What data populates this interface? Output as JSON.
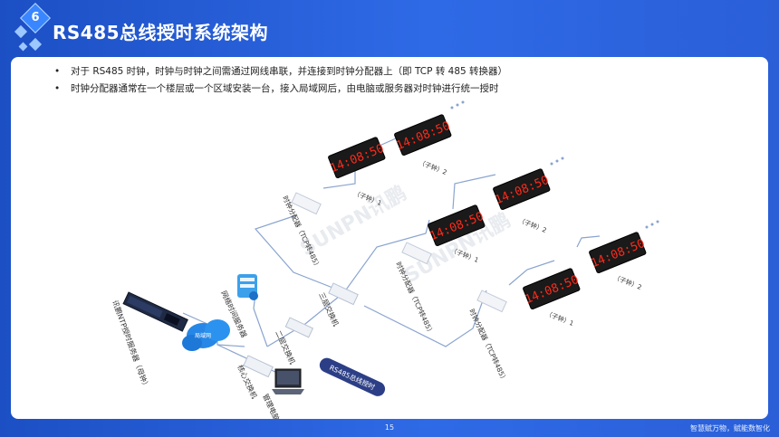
{
  "slide": {
    "number": "6",
    "title": "RS485总线授时系统架构",
    "bullets": [
      "对于 RS485 时钟，时钟与时钟之间需通过网线串联，并连接到时钟分配器上（即 TCP 转 485 转换器）",
      "时钟分配器通常在一个楼层或一个区域安装一台，接入局域网后，由电脑或服务器对时钟进行统一授时"
    ],
    "page_number": "15",
    "slogan": "智慧赋万物，赋能数智化"
  },
  "diagram": {
    "clock_time": "14:08:50",
    "clock_label_1": "（子钟）1",
    "clock_label_2": "（子钟）2",
    "distributor_label": "时钟分配器（TCP转485）",
    "server_label": "网络时间服务器",
    "master_clock_label": "讯鹏NTP授时服务器（母钟）",
    "cloud_label": "局域网",
    "core_switch_label": "核心交换机",
    "layer2_switch_label": "二层交换机",
    "layer3_switch_label": "三层交换机",
    "pc_label": "管理电脑",
    "bus_badge": "RS485总线授时",
    "watermark": "SUNPN讯鹏"
  },
  "colors": {
    "background": "#1e55c9",
    "panel": "#ffffff",
    "clock_digits": "#ff2a1a",
    "line": "#8aa4cf"
  }
}
